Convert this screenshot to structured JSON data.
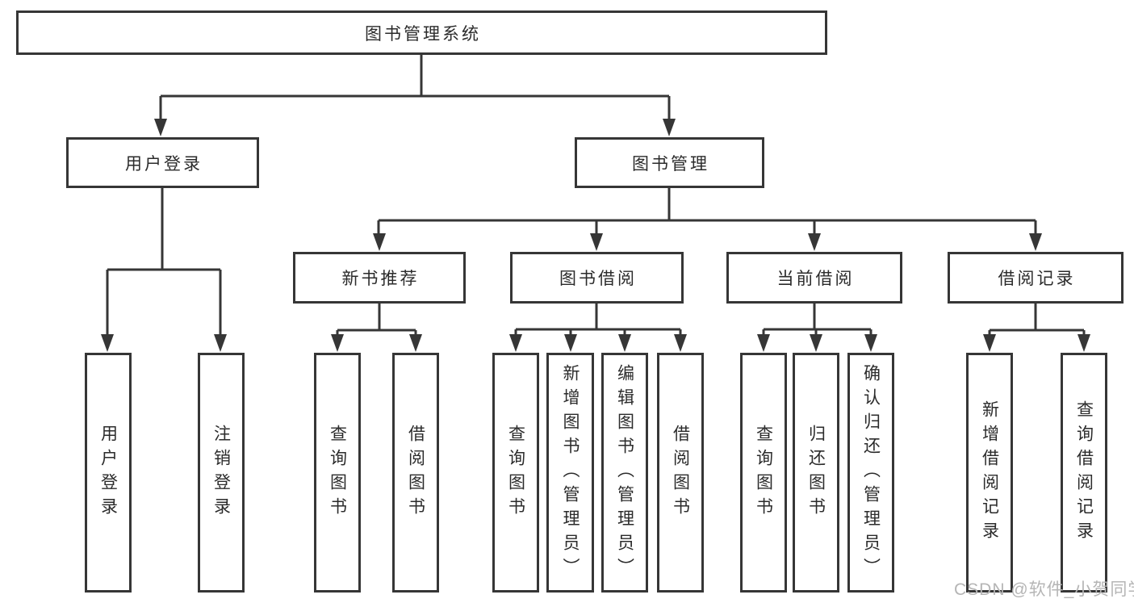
{
  "diagram": {
    "root_label": "图书管理系统",
    "level2": [
      {
        "label": "用户登录",
        "children": [
          "用户登录",
          "注销登录"
        ]
      },
      {
        "label": "图书管理"
      }
    ],
    "level3": [
      {
        "label": "新书推荐",
        "children": [
          "查询图书",
          "借阅图书"
        ]
      },
      {
        "label": "图书借阅",
        "children": [
          "查询图书",
          "新增图书（管理员）",
          "编辑图书（管理员）",
          "借阅图书"
        ]
      },
      {
        "label": "当前借阅",
        "children": [
          "查询图书",
          "归还图书",
          "确认归还（管理员）"
        ]
      },
      {
        "label": "借阅记录",
        "children": [
          "新增借阅记录",
          "查询借阅记录"
        ]
      }
    ]
  },
  "watermark": "CSDN @软件_小贺同学",
  "colors": {
    "line": "#363636",
    "text": "#2b2b2b",
    "watermark": "#b5b5b5",
    "background": "#ffffff"
  }
}
